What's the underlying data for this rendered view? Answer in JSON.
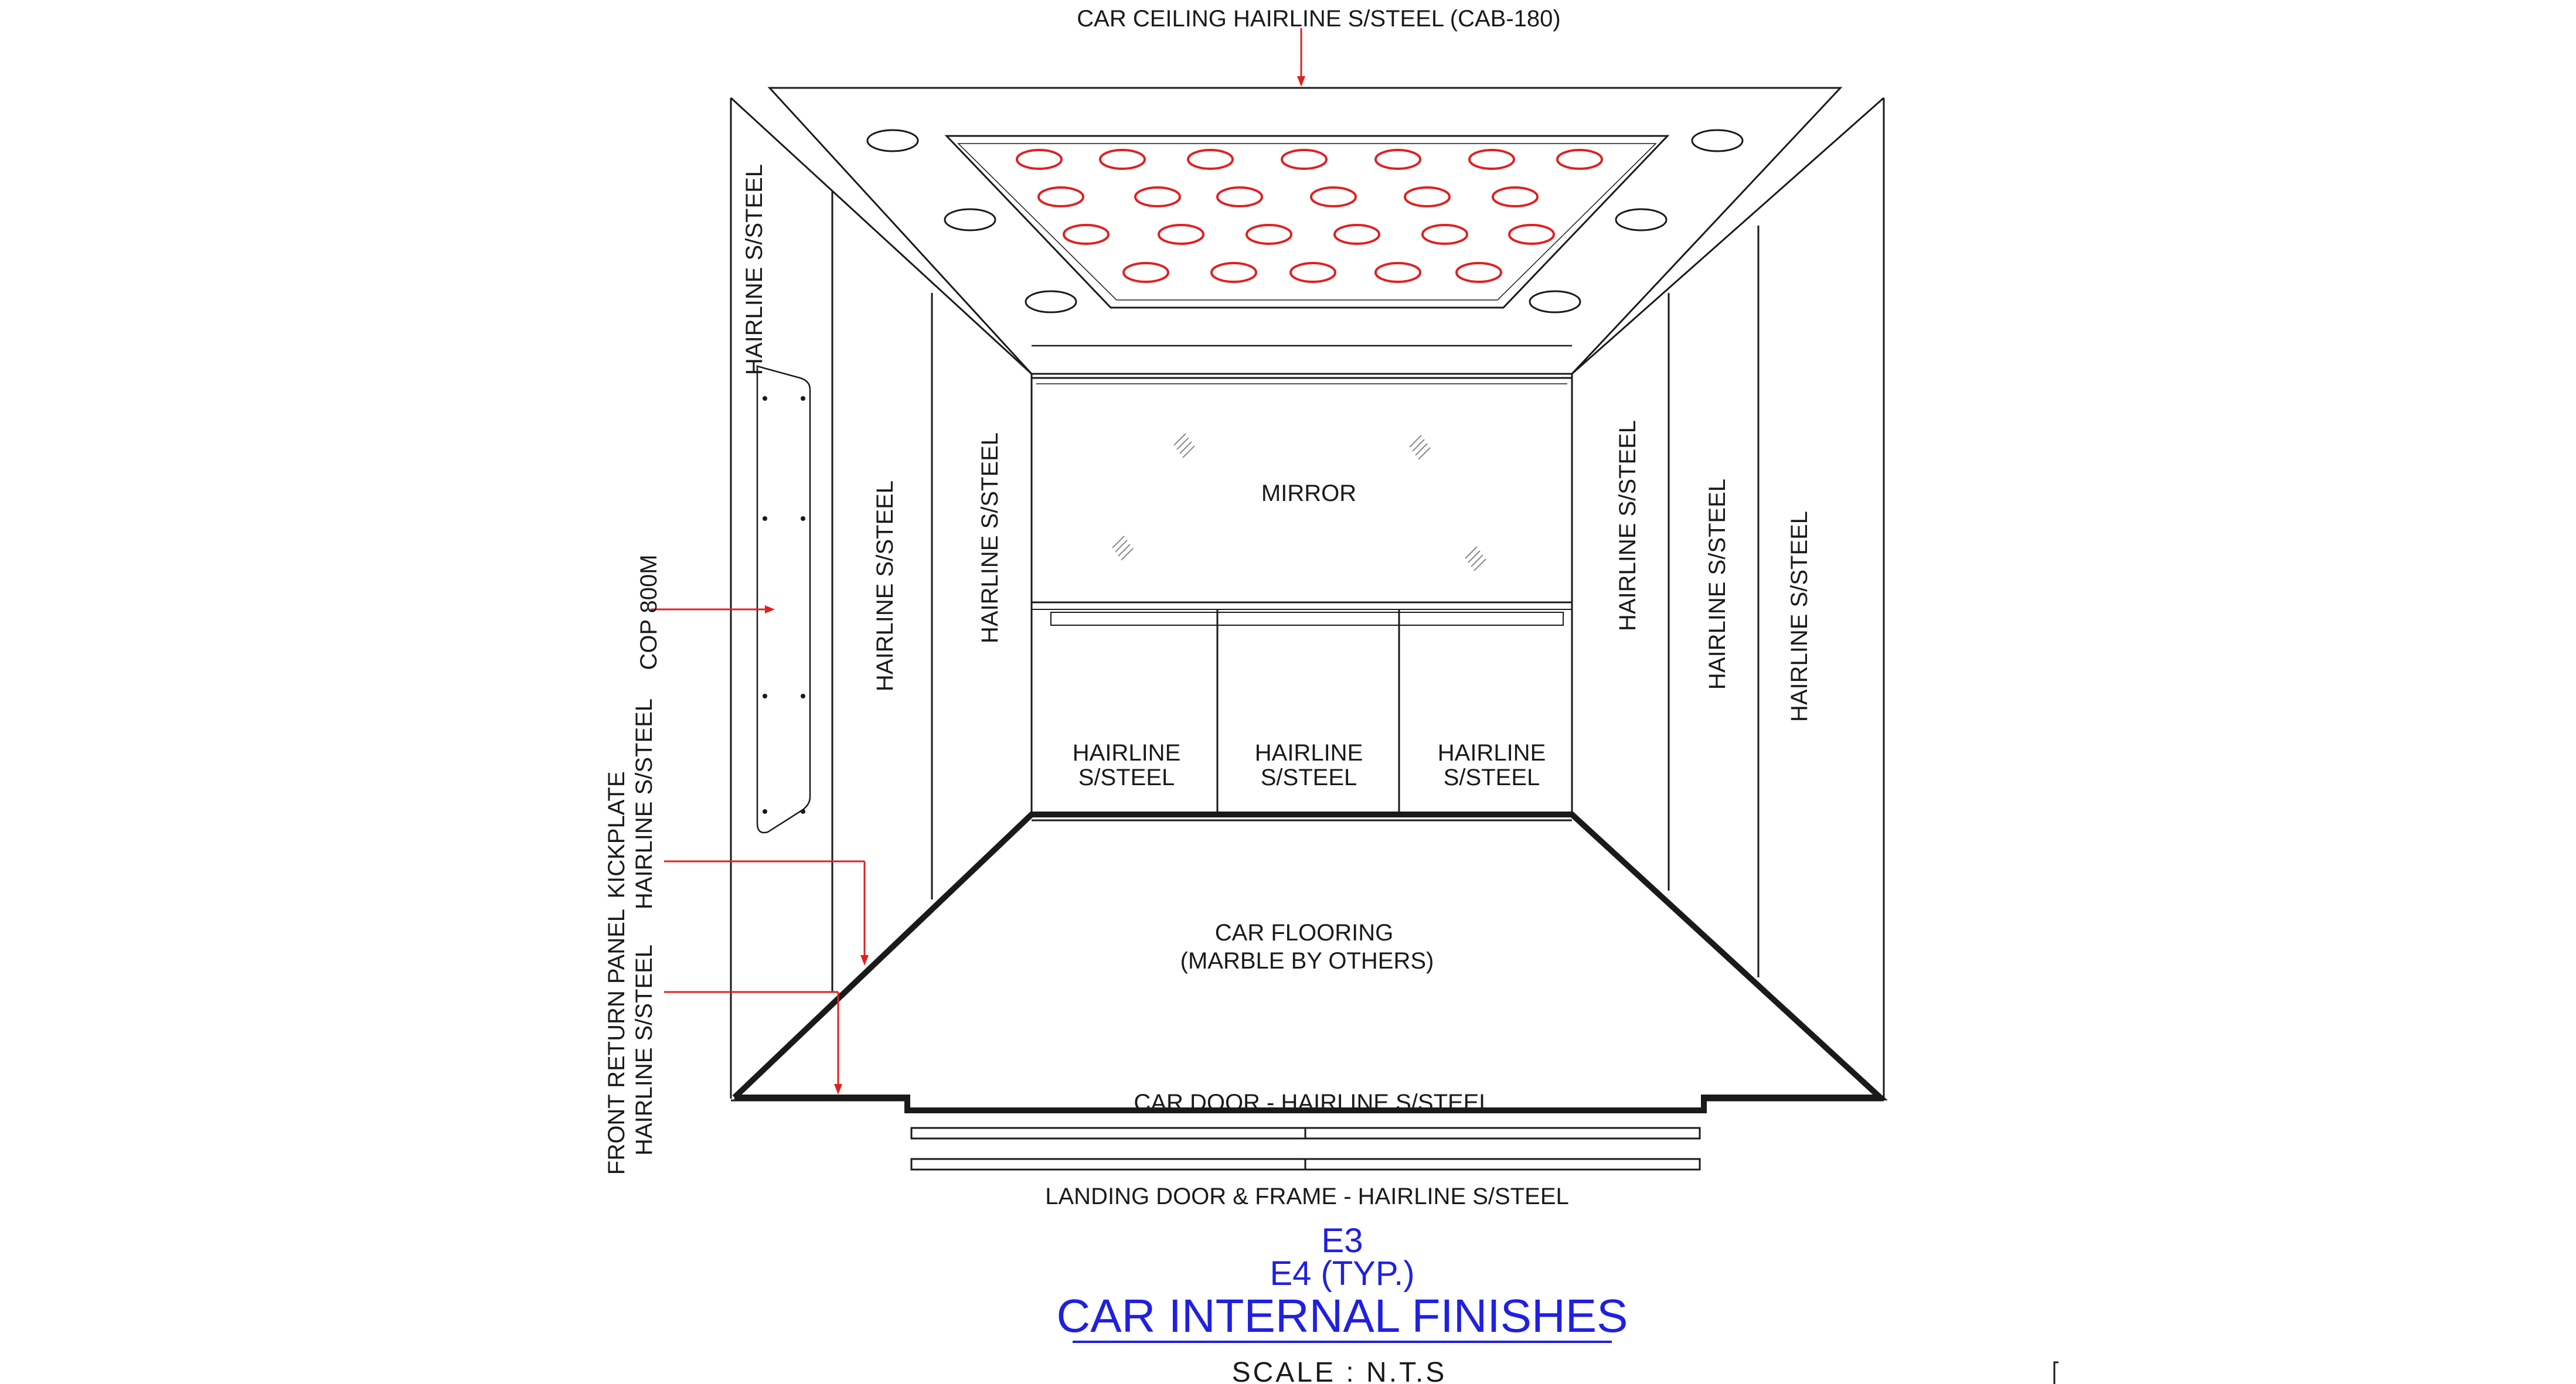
{
  "labels": {
    "ceiling": "CAR CEILING HAIRLINE S/STEEL (CAB-180)",
    "mirror": "MIRROR",
    "left_outer": "HAIRLINE S/STEEL",
    "left_mid": "HAIRLINE S/STEEL",
    "left_inner": "HAIRLINE S/STEEL",
    "right_inner": "HAIRLINE S/STEEL",
    "right_mid": "HAIRLINE S/STEEL",
    "right_outer": "HAIRLINE S/STEEL",
    "cop": "COP 800M",
    "kickplate_1": "KICKPLATE",
    "kickplate_2": "HAIRLINE S/STEEL",
    "front_return_1": "FRONT RETURN PANEL",
    "front_return_2": "HAIRLINE S/STEEL",
    "back_panels": [
      {
        "line1": "HAIRLINE",
        "line2": "S/STEEL"
      },
      {
        "line1": "HAIRLINE",
        "line2": "S/STEEL"
      },
      {
        "line1": "HAIRLINE",
        "line2": "S/STEEL"
      }
    ],
    "floor_1": "CAR FLOORING",
    "floor_2": "(MARBLE BY OTHERS)",
    "car_door": "CAR DOOR - HAIRLINE S/STEEL",
    "landing_door": "LANDING DOOR & FRAME - HAIRLINE S/STEEL"
  },
  "title_block": {
    "ref_1": "E3",
    "ref_2": "E4 (TYP.)",
    "title": "CAR INTERNAL FINISHES",
    "scale": "SCALE : N.T.S"
  },
  "colors": {
    "line": "#1a1a1a",
    "leader": "#e02020",
    "title": "#2020e0"
  }
}
